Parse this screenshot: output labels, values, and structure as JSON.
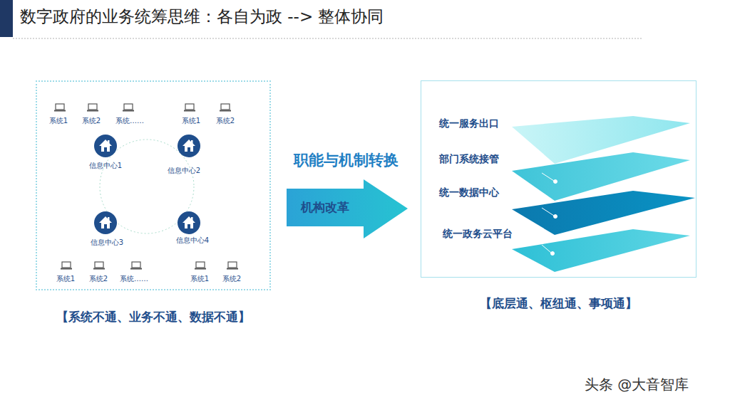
{
  "diagram": {
    "title": "数字政府的业务统筹思维：各自为政 --> 整体协同",
    "nodes": [
      {
        "text": [
          "【系统不通、业务不通、数据不通】"
        ]
      },
      {
        "text": [
          "职能与机制转换",
          "机构改革"
        ]
      },
      {
        "text": [
          "【底层通、枢纽通、事项通】"
        ]
      }
    ],
    "labels": [
      "系统1",
      "系统2",
      "系统……",
      "系统1",
      "系统2",
      "信息中心1",
      "信息中心2",
      "信息中心3",
      "信息中心4",
      "系统1",
      "系统2",
      "系统……",
      "系统1",
      "系统2",
      "统一服务出口",
      "部门系统接管",
      "统一数据中心",
      "统一政务云平台",
      "头条 @大音智库"
    ]
  }
}
